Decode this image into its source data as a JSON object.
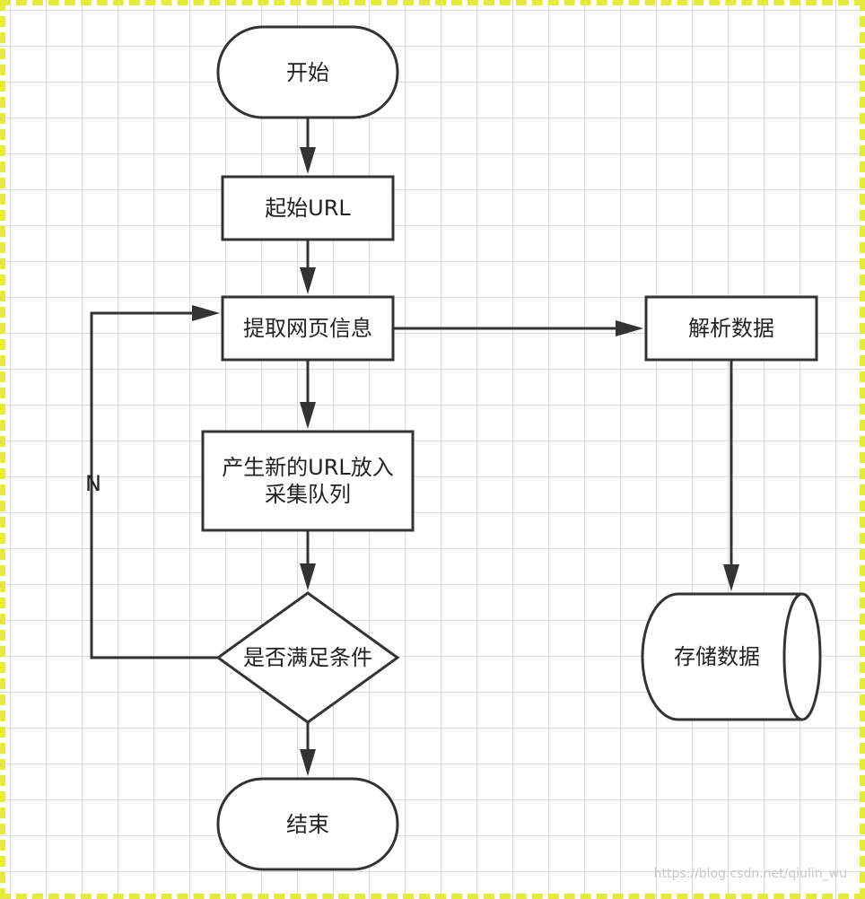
{
  "nodes": {
    "start": "开始",
    "start_url": "起始URL",
    "fetch_page": "提取网页信息",
    "new_url": "产生新的URL放入采集队列",
    "condition": "是否满足条件",
    "end": "结束",
    "parse_data": "解析数据",
    "store_data": "存储数据"
  },
  "edge_labels": {
    "loop_no": "N"
  },
  "watermark": "https://blog.csdn.net/qiulin_wu"
}
